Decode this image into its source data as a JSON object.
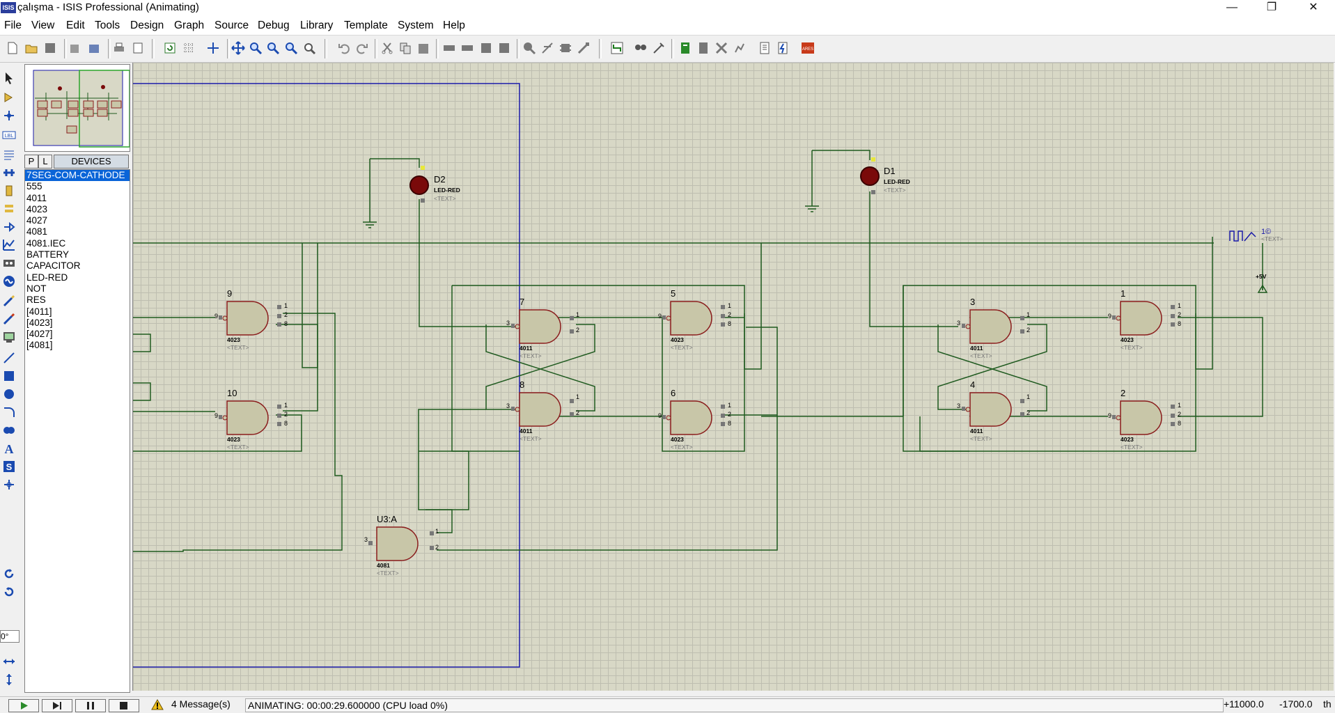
{
  "window": {
    "title": "çalışma - ISIS Professional (Animating)",
    "icon_text": "ISIS",
    "minimize": "—",
    "maximize": "❐",
    "close": "✕"
  },
  "menu": [
    "File",
    "View",
    "Edit",
    "Tools",
    "Design",
    "Graph",
    "Source",
    "Debug",
    "Library",
    "Template",
    "System",
    "Help"
  ],
  "device_panel": {
    "tab_p": "P",
    "tab_l": "L",
    "title": "DEVICES",
    "items": [
      "7SEG-COM-CATHODE",
      "555",
      "4011",
      "4023",
      "4027",
      "4081",
      "4081.IEC",
      "BATTERY",
      "CAPACITOR",
      "LED-RED",
      "NOT",
      "RES",
      "[4011]",
      "[4023]",
      "[4027]",
      "[4081]"
    ],
    "selected": "7SEG-COM-CATHODE"
  },
  "rotation": {
    "value": "0°"
  },
  "schematic": {
    "led_d2": {
      "ref": "D2",
      "value": "LED-RED",
      "text": "<TEXT>"
    },
    "led_d1": {
      "ref": "D1",
      "value": "LED-RED",
      "text": "<TEXT>"
    },
    "generator": {
      "label": "1©",
      "text": "<TEXT>"
    },
    "power": {
      "label": "+5V"
    },
    "gates": [
      {
        "ref": "9",
        "part": "4023",
        "text": "<TEXT>"
      },
      {
        "ref": "10",
        "part": "4023",
        "text": "<TEXT>"
      },
      {
        "ref": "7",
        "part": "4011",
        "text": "<TEXT>"
      },
      {
        "ref": "8",
        "part": "4011",
        "text": "<TEXT>"
      },
      {
        "ref": "5",
        "part": "4023",
        "text": "<TEXT>"
      },
      {
        "ref": "6",
        "part": "4023",
        "text": "<TEXT>"
      },
      {
        "ref": "3",
        "part": "4011",
        "text": "<TEXT>"
      },
      {
        "ref": "4",
        "part": "4011",
        "text": "<TEXT>"
      },
      {
        "ref": "1",
        "part": "4023",
        "text": "<TEXT>"
      },
      {
        "ref": "2",
        "part": "4023",
        "text": "<TEXT>"
      },
      {
        "ref": "U3:A",
        "part": "4081",
        "text": "<TEXT>"
      }
    ],
    "pins": {
      "in_a": "1",
      "in_b": "2",
      "in_c": "8",
      "out_a": "9",
      "out_b": "3"
    }
  },
  "status": {
    "messages": "4 Message(s)",
    "animating": "ANIMATING: 00:00:29.600000 (CPU load 0%)",
    "coord_x": "+11000.0",
    "coord_y": "-1700.0",
    "units": "th"
  },
  "colors": {
    "wire": "#1f5a1f",
    "gate_body": "#c8c6a8",
    "gate_outline": "#8a1c1c",
    "sheet_border": "#1a1aa8",
    "led": "#7a0a0a",
    "canvas": "#d8d8c6"
  }
}
